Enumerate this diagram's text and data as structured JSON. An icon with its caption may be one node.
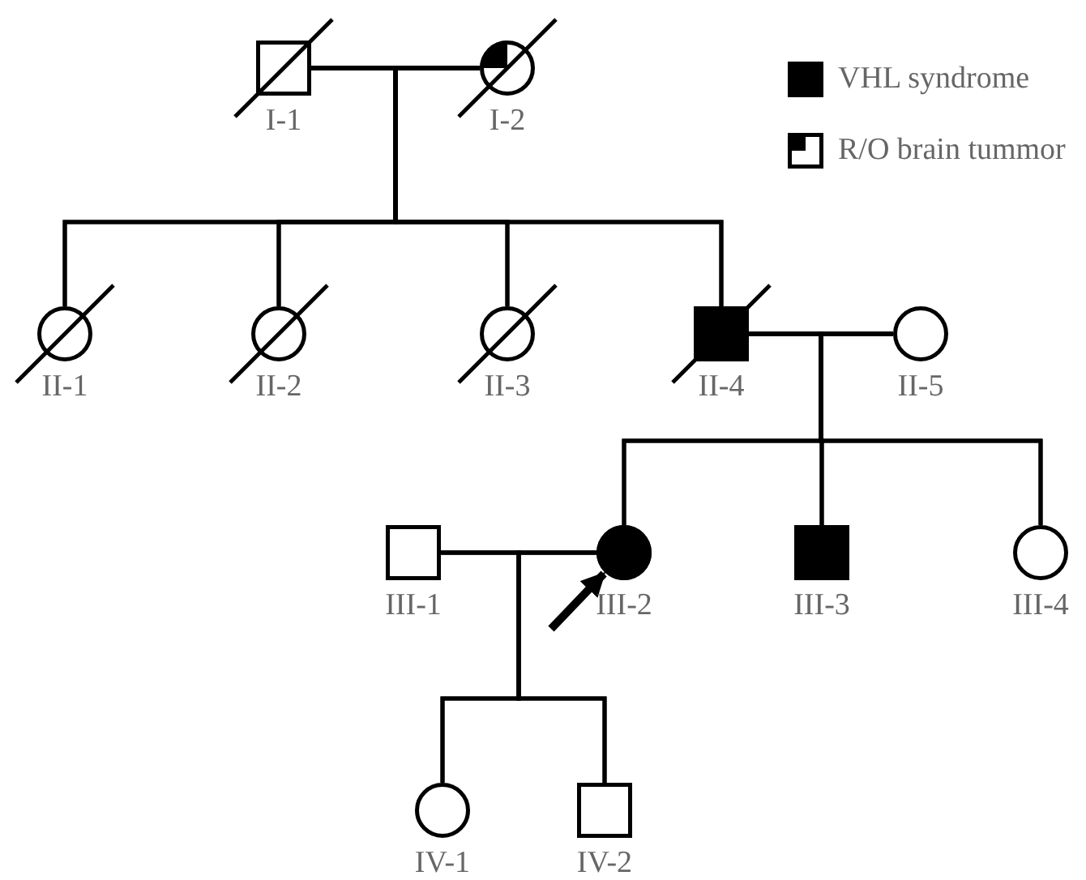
{
  "diagram": {
    "nodes": [
      {
        "text": [],
        "shape": "box",
        "beside": [
          "I-1"
        ]
      },
      {
        "text": [],
        "shape": "circle",
        "beside": [
          "I-2"
        ]
      },
      {
        "text": [],
        "shape": "circle",
        "beside": [
          "II-1"
        ]
      },
      {
        "text": [],
        "shape": "circle",
        "beside": [
          "II-2"
        ]
      },
      {
        "text": [],
        "shape": "circle",
        "beside": [
          "II-3"
        ]
      },
      {
        "text": [],
        "shape": "box",
        "beside": [
          "II-4"
        ]
      },
      {
        "text": [],
        "shape": "circle",
        "beside": [
          "II-5"
        ]
      },
      {
        "text": [],
        "shape": "box",
        "beside": [
          "III-1"
        ]
      },
      {
        "text": [],
        "shape": "circle",
        "beside": [
          "III-2"
        ]
      },
      {
        "text": [],
        "shape": "box",
        "beside": [
          "III-3"
        ]
      },
      {
        "text": [],
        "shape": "circle",
        "beside": [
          "III-4"
        ]
      },
      {
        "text": [],
        "shape": "circle",
        "beside": [
          "IV-1"
        ]
      },
      {
        "text": [],
        "shape": "box",
        "beside": [
          "IV-2"
        ]
      }
    ],
    "edges": [
      {
        "from": 0,
        "to": 1,
        "arrow": "none"
      },
      {
        "from": 0,
        "to": 2,
        "arrow": "none"
      },
      {
        "from": 1,
        "to": 2,
        "arrow": "none"
      },
      {
        "from": 0,
        "to": 3,
        "arrow": "none"
      },
      {
        "from": 1,
        "to": 3,
        "arrow": "none"
      },
      {
        "from": 0,
        "to": 4,
        "arrow": "none"
      },
      {
        "from": 1,
        "to": 4,
        "arrow": "none"
      },
      {
        "from": 0,
        "to": 5,
        "arrow": "none"
      },
      {
        "from": 1,
        "to": 5,
        "arrow": "none"
      },
      {
        "from": 5,
        "to": 6,
        "arrow": "none"
      },
      {
        "from": 5,
        "to": 8,
        "arrow": "none"
      },
      {
        "from": 6,
        "to": 8,
        "arrow": "none"
      },
      {
        "from": 5,
        "to": 9,
        "arrow": "none"
      },
      {
        "from": 6,
        "to": 9,
        "arrow": "none"
      },
      {
        "from": 5,
        "to": 10,
        "arrow": "none"
      },
      {
        "from": 6,
        "to": 10,
        "arrow": "none"
      },
      {
        "from": 7,
        "to": 8,
        "arrow": "none"
      },
      {
        "from": 7,
        "to": 11,
        "arrow": "none"
      },
      {
        "from": 8,
        "to": 11,
        "arrow": "none"
      },
      {
        "from": 7,
        "to": 12,
        "arrow": "none"
      },
      {
        "from": 8,
        "to": 12,
        "arrow": "none"
      },
      {
        "from": null,
        "to": 8,
        "arrow": "to",
        "style": "thick"
      }
    ],
    "legend": [
      {
        "text": "VHL syndrome",
        "color": "#000000"
      },
      {
        "text": "R/O brain tummor"
      }
    ]
  }
}
